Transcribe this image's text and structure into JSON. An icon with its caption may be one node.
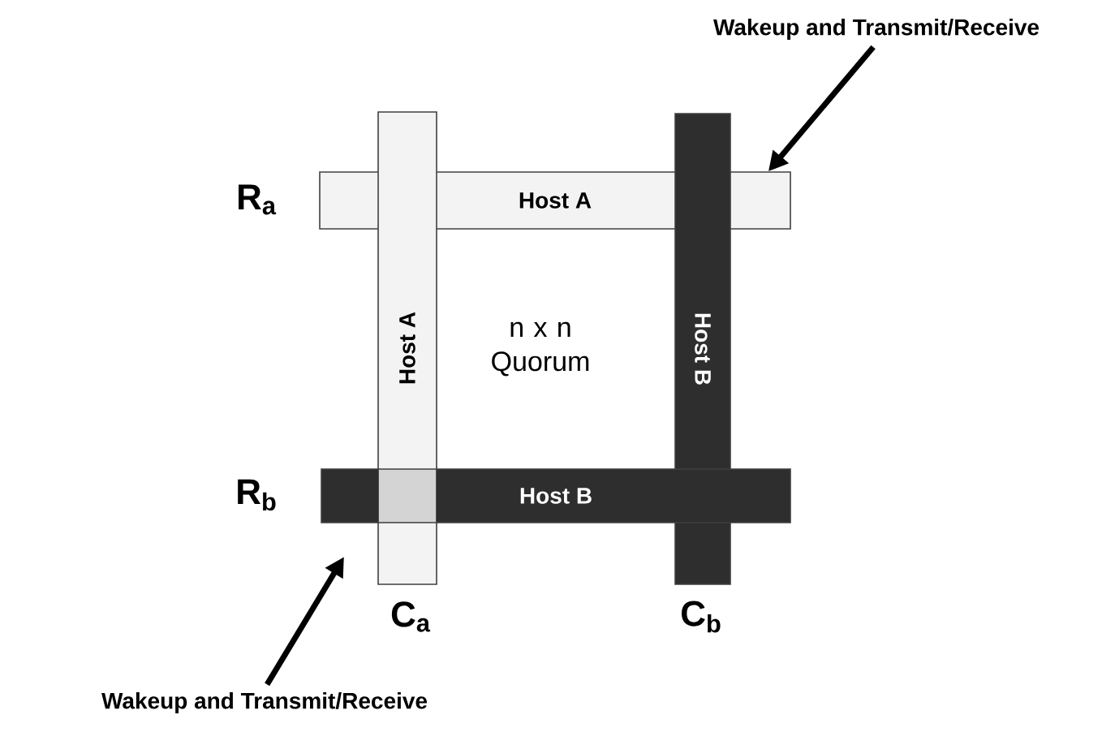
{
  "diagram": {
    "nodes": [
      {
        "text": [
          "Wakeup and Transmit/Receive"
        ]
      },
      {
        "text": [
          "Host A"
        ]
      },
      {
        "text": [
          "Host A"
        ]
      },
      {
        "text": [
          "Host B"
        ]
      },
      {
        "text": [
          "Host B"
        ]
      },
      {
        "text": [
          "Wakeup and Transmit/Receive"
        ]
      }
    ],
    "edges": [
      {
        "from": 0,
        "to": 1,
        "arrow": "to"
      },
      {
        "from": 5,
        "to": null,
        "arrow": "to"
      }
    ],
    "labels": [
      "R$_{a}$",
      "n x n Quorum",
      "R$_{b}$",
      "C$_{a}$",
      "C$_{b}$"
    ]
  }
}
